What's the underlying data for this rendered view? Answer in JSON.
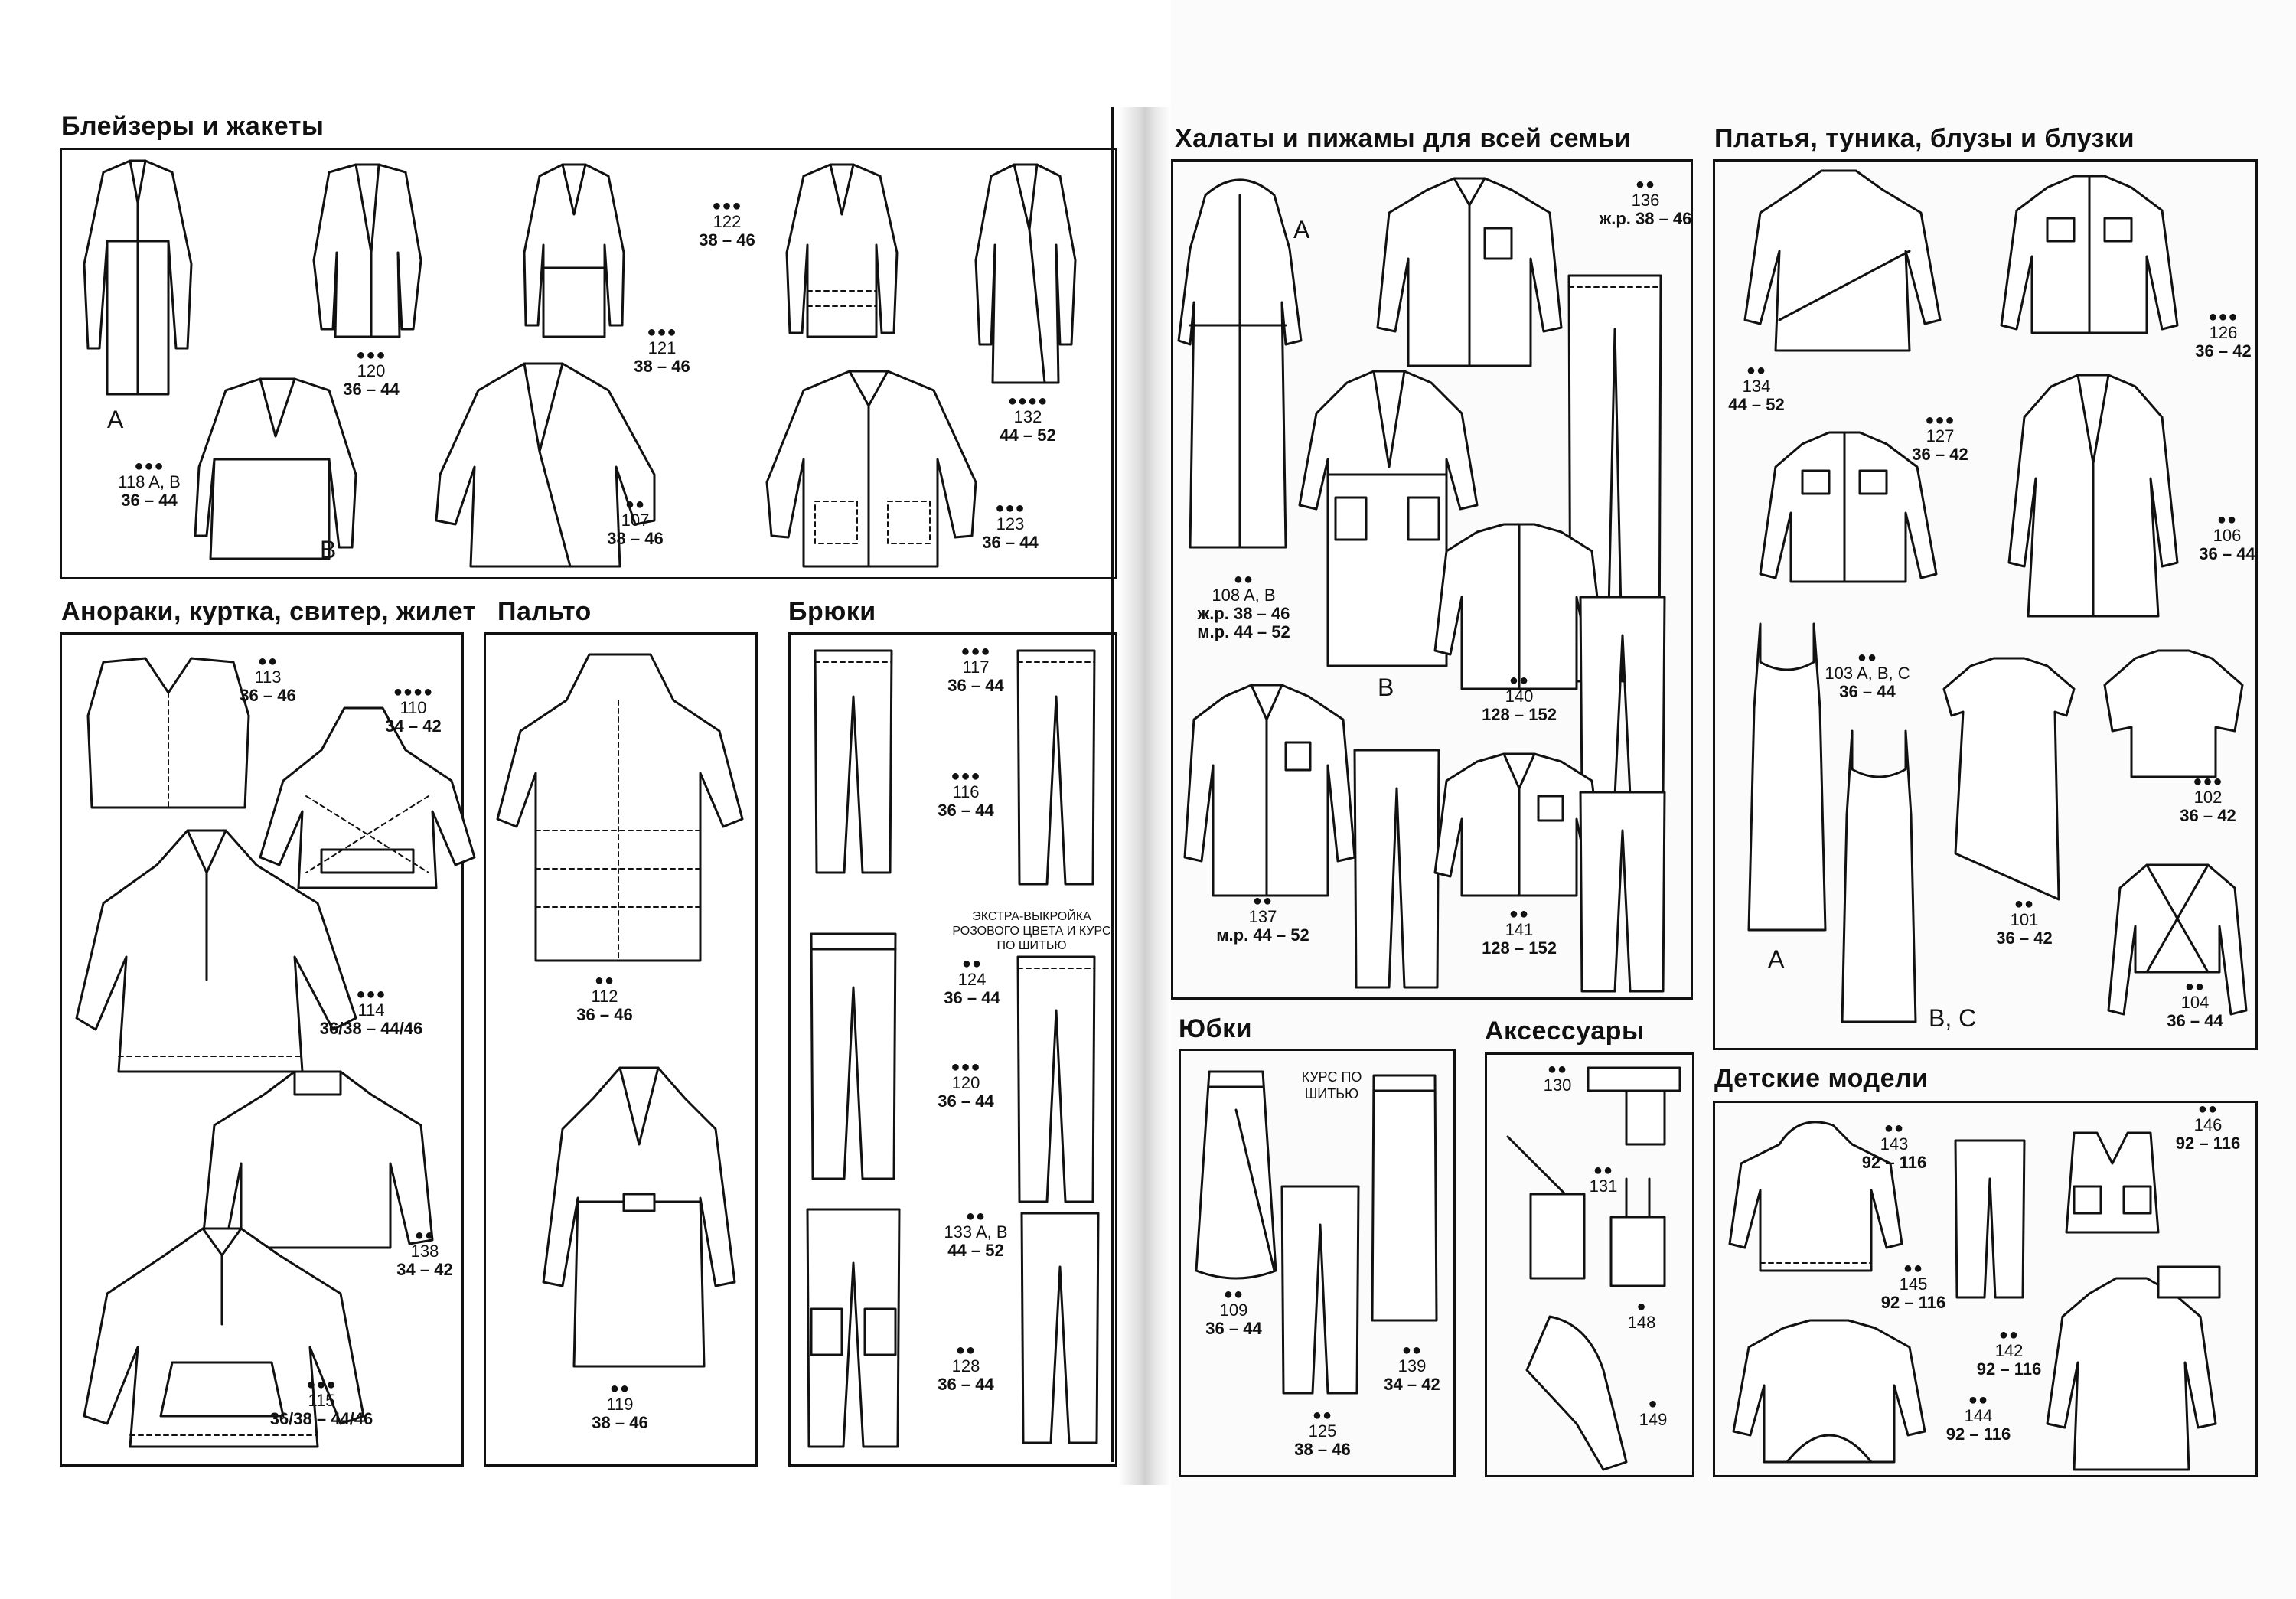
{
  "sections": {
    "blazers": "Блейзеры и жакеты",
    "anoraks": "Анораки, куртка, свитер, жилет",
    "coats": "Пальто",
    "trousers": "Брюки",
    "robes": "Халаты и пижамы для всей семьи",
    "dresses": "Платья, туника, блузы и блузки",
    "skirts": "Юбки",
    "accessories": "Аксессуары",
    "kids": "Детские модели"
  },
  "labels": {
    "m118": {
      "dots": "●●●",
      "num": "118 A, B",
      "size": "36 – 44"
    },
    "m120": {
      "dots": "●●●",
      "num": "120",
      "size": "36 – 44"
    },
    "m121": {
      "dots": "●●●",
      "num": "121",
      "size": "38 – 46"
    },
    "m122": {
      "dots": "●●●",
      "num": "122",
      "size": "38 – 46"
    },
    "m132": {
      "dots": "●●●●",
      "num": "132",
      "size": "44 – 52"
    },
    "m107": {
      "dots": "●●",
      "num": "107",
      "size": "38 – 46"
    },
    "m123": {
      "dots": "●●●",
      "num": "123",
      "size": "36 – 44"
    },
    "m113": {
      "dots": "●●",
      "num": "113",
      "size": "36 – 46"
    },
    "m110": {
      "dots": "●●●●",
      "num": "110",
      "size": "34 – 42"
    },
    "m114": {
      "dots": "●●●",
      "num": "114",
      "size": "36/38 – 44/46"
    },
    "m138": {
      "dots": "●●",
      "num": "138",
      "size": "34 – 42"
    },
    "m115": {
      "dots": "●●●",
      "num": "115",
      "size": "36/38 – 44/46"
    },
    "m112": {
      "dots": "●●",
      "num": "112",
      "size": "36 – 46"
    },
    "m119": {
      "dots": "●●",
      "num": "119",
      "size": "38 – 46"
    },
    "m117": {
      "dots": "●●●",
      "num": "117",
      "size": "36 – 44"
    },
    "m116": {
      "dots": "●●●",
      "num": "116",
      "size": "36 – 44"
    },
    "m124": {
      "dots": "●●",
      "num": "124",
      "size": "36 – 44"
    },
    "m120b": {
      "dots": "●●●",
      "num": "120",
      "size": "36 – 44"
    },
    "m133": {
      "dots": "●●",
      "num": "133 A, B",
      "size": "44 – 52"
    },
    "m128": {
      "dots": "●●",
      "num": "128",
      "size": "36 – 44"
    },
    "m136": {
      "dots": "●●",
      "num": "136",
      "size": "ж.р.  38 – 46"
    },
    "m108": {
      "dots": "●●",
      "num": "108 A, B",
      "size": "ж.р. 38 – 46",
      "size2": "м.р. 44 – 52"
    },
    "m140": {
      "dots": "●●",
      "num": "140",
      "size": "128 – 152"
    },
    "m137": {
      "dots": "●●",
      "num": "137",
      "size": "м.р.  44 – 52"
    },
    "m141": {
      "dots": "●●",
      "num": "141",
      "size": "128 – 152"
    },
    "m134": {
      "dots": "●●",
      "num": "134",
      "size": "44 – 52"
    },
    "m126": {
      "dots": "●●●",
      "num": "126",
      "size": "36 – 42"
    },
    "m127": {
      "dots": "●●●",
      "num": "127",
      "size": "36 – 42"
    },
    "m106": {
      "dots": "●●",
      "num": "106",
      "size": "36 – 44"
    },
    "m103": {
      "dots": "●●",
      "num": "103 A, B, C",
      "size": "36 – 44"
    },
    "m102": {
      "dots": "●●●",
      "num": "102",
      "size": "36 – 42"
    },
    "m101": {
      "dots": "●●",
      "num": "101",
      "size": "36 – 42"
    },
    "m104": {
      "dots": "●●",
      "num": "104",
      "size": "36 – 44"
    },
    "m109": {
      "dots": "●●",
      "num": "109",
      "size": "36 – 44"
    },
    "m125": {
      "dots": "●●",
      "num": "125",
      "size": "38 – 46"
    },
    "m139": {
      "dots": "●●",
      "num": "139",
      "size": "34 – 42"
    },
    "m130": {
      "dots": "●●",
      "num": "130",
      "size": ""
    },
    "m131": {
      "dots": "●●",
      "num": "131",
      "size": ""
    },
    "m148": {
      "dots": "●",
      "num": "148",
      "size": ""
    },
    "m149": {
      "dots": "●",
      "num": "149",
      "size": ""
    },
    "m143": {
      "dots": "●●",
      "num": "143",
      "size": "92 – 116"
    },
    "m146": {
      "dots": "●●",
      "num": "146",
      "size": "92 – 116"
    },
    "m145": {
      "dots": "●●",
      "num": "145",
      "size": "92 – 116"
    },
    "m142": {
      "dots": "●●",
      "num": "142",
      "size": "92 – 116"
    },
    "m144": {
      "dots": "●●",
      "num": "144",
      "size": "92 – 116"
    }
  },
  "variants": {
    "a1": "A",
    "b1": "B",
    "a2": "A",
    "b2": "B",
    "a3": "A",
    "bc3": "B, C"
  },
  "notes": {
    "extra": "ЭКСТРА-ВЫКРОЙКА РОЗОВОГО ЦВЕТА И КУРС ПО ШИТЬЮ",
    "course": "КУРС ПО ШИТЬЮ"
  }
}
